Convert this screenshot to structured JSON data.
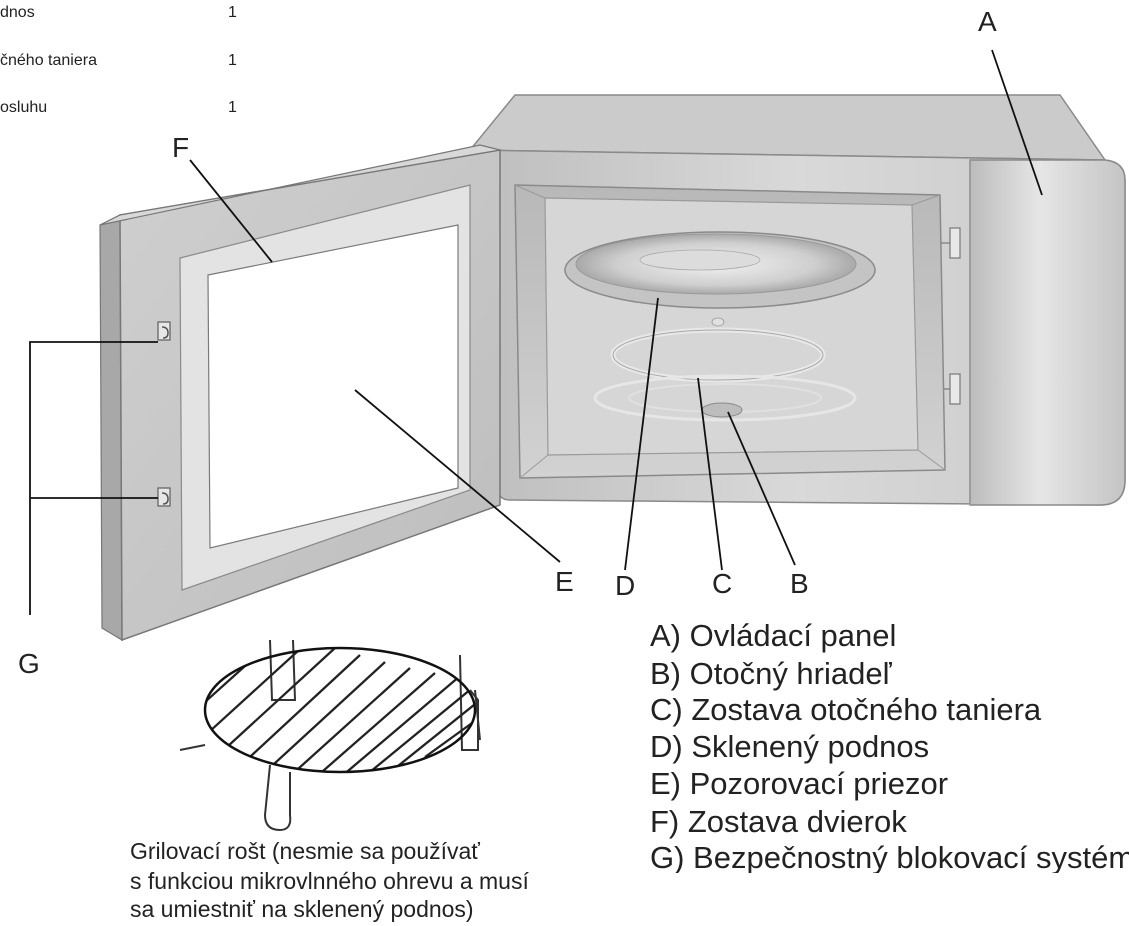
{
  "top_list": [
    {
      "name": "dnos",
      "qty": "1"
    },
    {
      "name": "čného taniera",
      "qty": "1"
    },
    {
      "name": "osluhu",
      "qty": "1"
    }
  ],
  "callouts": {
    "A": "A",
    "B": "B",
    "C": "C",
    "D": "D",
    "E": "E",
    "F": "F",
    "G": "G"
  },
  "legend": [
    "A) Ovládací panel",
    "B) Otočný hriadeľ",
    "C) Zostava otočného taniera",
    "D) Sklenený podnos",
    "E) Pozorovací priezor",
    "F) Zostava dvierok",
    "G) Bezpečnostný blokovací systém"
  ],
  "caption": [
    "Grilovací rošt (nesmie sa používať",
    "s funkciou mikrovlnného ohrevu a musí",
    "sa umiestniť na sklenený podnos)"
  ]
}
